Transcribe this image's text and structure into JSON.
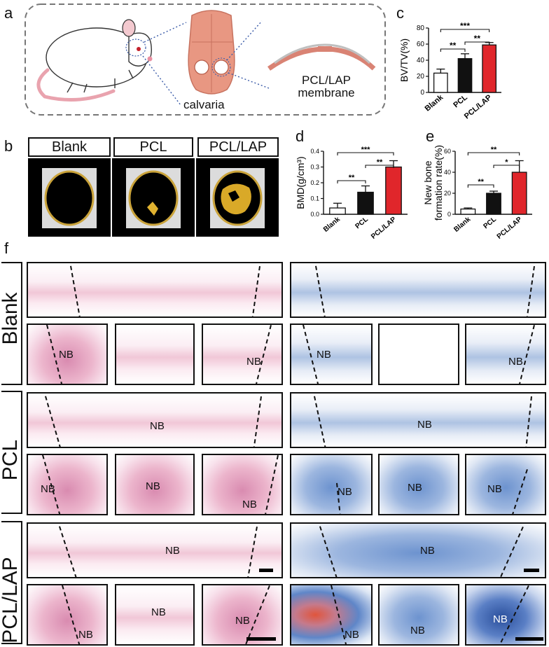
{
  "panels": {
    "a": "a",
    "b": "b",
    "c": "c",
    "d": "d",
    "e": "e",
    "f": "f"
  },
  "panel_a": {
    "calvaria_label": "calvaria",
    "membrane_label_line1": "PCL/LAP",
    "membrane_label_line2": "membrane"
  },
  "panel_b": {
    "headers": [
      "Blank",
      "PCL",
      "PCL/LAP"
    ]
  },
  "panel_f": {
    "row_labels": [
      "Blank",
      "PCL",
      "PCL/LAP"
    ],
    "nb_label": "NB"
  },
  "colors": {
    "blank_bar": "#ffffff",
    "pcl_bar": "#111111",
    "pcllap_bar": "#e0262b"
  },
  "chart_data": [
    {
      "type": "bar",
      "panel": "c",
      "categories": [
        "Blank",
        "PCL",
        "PCL/LAP"
      ],
      "values": [
        24,
        42,
        59
      ],
      "errors": [
        5,
        6,
        3
      ],
      "ylabel": "BV/TV(%)",
      "ylim": [
        0,
        80
      ],
      "yticks": [
        0,
        20,
        40,
        60,
        80
      ],
      "significance": [
        {
          "from": 0,
          "to": 1,
          "label": "**"
        },
        {
          "from": 1,
          "to": 2,
          "label": "**"
        },
        {
          "from": 0,
          "to": 2,
          "label": "***"
        }
      ]
    },
    {
      "type": "bar",
      "panel": "d",
      "categories": [
        "Blank",
        "PCL",
        "PCL/LAP"
      ],
      "values": [
        0.04,
        0.14,
        0.3
      ],
      "errors": [
        0.03,
        0.04,
        0.04
      ],
      "ylabel": "BMD(g/cm³)",
      "ylim": [
        0,
        0.4
      ],
      "yticks": [
        0.0,
        0.1,
        0.2,
        0.3,
        0.4
      ],
      "significance": [
        {
          "from": 0,
          "to": 1,
          "label": "**"
        },
        {
          "from": 1,
          "to": 2,
          "label": "**"
        },
        {
          "from": 0,
          "to": 2,
          "label": "***"
        }
      ]
    },
    {
      "type": "bar",
      "panel": "e",
      "categories": [
        "Blank",
        "PCL",
        "PCL/LAP"
      ],
      "values": [
        5,
        20,
        40
      ],
      "errors": [
        1,
        2,
        11
      ],
      "ylabel": "New bone formation rate(%)",
      "ylabel_line1": "New bone",
      "ylabel_line2": "formation rate(%)",
      "ylim": [
        0,
        60
      ],
      "yticks": [
        0,
        20,
        40,
        60
      ],
      "significance": [
        {
          "from": 0,
          "to": 1,
          "label": "**"
        },
        {
          "from": 1,
          "to": 2,
          "label": "*"
        },
        {
          "from": 0,
          "to": 2,
          "label": "**"
        }
      ]
    }
  ]
}
